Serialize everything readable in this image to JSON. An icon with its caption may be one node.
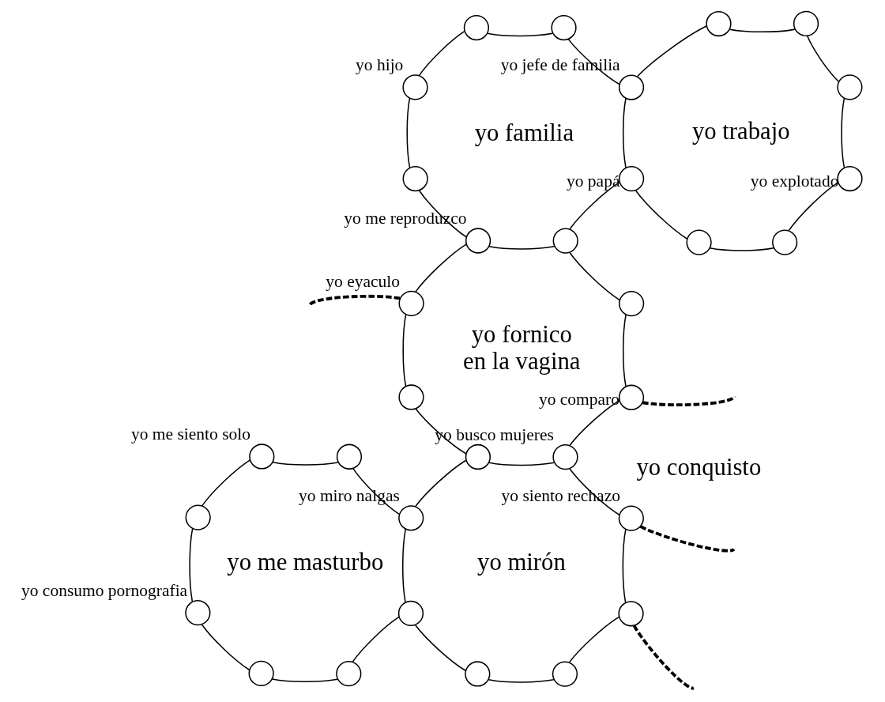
{
  "diagram": {
    "nodes": [
      {
        "text": [],
        "shape": "circle"
      },
      {
        "text": [],
        "shape": "circle"
      },
      {
        "text": [],
        "shape": "circle"
      },
      {
        "text": [],
        "shape": "circle"
      },
      {
        "text": [],
        "shape": "circle",
        "beside": [
          "yo hijo"
        ]
      },
      {
        "text": [],
        "shape": "circle",
        "beside": [
          "yo jefe de familia"
        ]
      },
      {
        "text": [],
        "shape": "circle"
      },
      {
        "text": [],
        "shape": "circle"
      },
      {
        "text": [],
        "shape": "circle",
        "beside": [
          "yo papá"
        ]
      },
      {
        "text": [],
        "shape": "circle",
        "beside": [
          "yo explotado"
        ]
      },
      {
        "text": [],
        "shape": "circle",
        "beside": [
          "yo me reproduzco"
        ]
      },
      {
        "text": [],
        "shape": "circle"
      },
      {
        "text": [],
        "shape": "circle"
      },
      {
        "text": [],
        "shape": "circle"
      },
      {
        "text": [],
        "shape": "circle",
        "beside": [
          "yo eyaculo"
        ]
      },
      {
        "text": [],
        "shape": "circle"
      },
      {
        "text": [],
        "shape": "circle"
      },
      {
        "text": [],
        "shape": "circle",
        "beside": [
          "yo comparo"
        ]
      },
      {
        "text": [],
        "shape": "circle",
        "beside": [
          "yo me siento solo"
        ]
      },
      {
        "text": [],
        "shape": "circle"
      },
      {
        "text": [],
        "shape": "circle"
      },
      {
        "text": [],
        "shape": "circle",
        "beside": [
          "yo busco mujeres"
        ]
      },
      {
        "text": [],
        "shape": "circle"
      },
      {
        "text": [],
        "shape": "circle",
        "beside": [
          "yo miro nalgas"
        ]
      },
      {
        "text": [],
        "shape": "circle",
        "beside": [
          "yo siento rechazo"
        ]
      },
      {
        "text": [],
        "shape": "circle",
        "beside": [
          "yo consumo pornografia"
        ]
      },
      {
        "text": [],
        "shape": "circle"
      },
      {
        "text": [],
        "shape": "circle"
      },
      {
        "text": [],
        "shape": "circle"
      },
      {
        "text": [],
        "shape": "circle"
      },
      {
        "text": [],
        "shape": "circle"
      },
      {
        "text": [],
        "shape": "circle"
      }
    ],
    "edges": [
      {
        "from": 0,
        "to": 1,
        "arrow": "none"
      },
      {
        "from": 0,
        "to": 4,
        "arrow": "none"
      },
      {
        "from": 1,
        "to": 5,
        "arrow": "none"
      },
      {
        "from": 4,
        "to": 7,
        "arrow": "none"
      },
      {
        "from": 5,
        "to": 8,
        "arrow": "none"
      },
      {
        "from": 7,
        "to": 10,
        "arrow": "none"
      },
      {
        "from": 8,
        "to": 11,
        "arrow": "none"
      },
      {
        "from": 10,
        "to": 11,
        "arrow": "none"
      },
      {
        "from": 2,
        "to": 3,
        "arrow": "none"
      },
      {
        "from": 2,
        "to": 5,
        "arrow": "none"
      },
      {
        "from": 3,
        "to": 6,
        "arrow": "none"
      },
      {
        "from": 6,
        "to": 9,
        "arrow": "none"
      },
      {
        "from": 9,
        "to": 13,
        "arrow": "none"
      },
      {
        "from": 8,
        "to": 12,
        "arrow": "none"
      },
      {
        "from": 12,
        "to": 13,
        "arrow": "none"
      },
      {
        "from": 10,
        "to": 14,
        "arrow": "none"
      },
      {
        "from": 11,
        "to": 15,
        "arrow": "none"
      },
      {
        "from": 14,
        "to": 16,
        "arrow": "none"
      },
      {
        "from": 15,
        "to": 17,
        "arrow": "none"
      },
      {
        "from": 16,
        "to": 20,
        "arrow": "none"
      },
      {
        "from": 17,
        "to": 21,
        "arrow": "none"
      },
      {
        "from": 20,
        "to": 21,
        "arrow": "none"
      },
      {
        "from": 20,
        "to": 23,
        "arrow": "none"
      },
      {
        "from": 21,
        "to": 24,
        "arrow": "none"
      },
      {
        "from": 23,
        "to": 26,
        "arrow": "none"
      },
      {
        "from": 24,
        "to": 27,
        "arrow": "none"
      },
      {
        "from": 26,
        "to": 30,
        "arrow": "none"
      },
      {
        "from": 27,
        "to": 31,
        "arrow": "none"
      },
      {
        "from": 30,
        "to": 31,
        "arrow": "none"
      },
      {
        "from": 18,
        "to": 19,
        "arrow": "none"
      },
      {
        "from": 18,
        "to": 22,
        "arrow": "none"
      },
      {
        "from": 19,
        "to": 23,
        "arrow": "none"
      },
      {
        "from": 22,
        "to": 25,
        "arrow": "none"
      },
      {
        "from": 25,
        "to": 28,
        "arrow": "none"
      },
      {
        "from": 26,
        "to": 29,
        "arrow": "none"
      },
      {
        "from": 28,
        "to": 29,
        "arrow": "none"
      },
      {
        "from": 14,
        "to": null,
        "arrow": "none",
        "style": "dashed"
      },
      {
        "from": 17,
        "to": null,
        "arrow": "none",
        "style": "dashed"
      },
      {
        "from": 24,
        "to": null,
        "arrow": "none",
        "style": "dashed"
      },
      {
        "from": 27,
        "to": null,
        "arrow": "none",
        "style": "dashed"
      }
    ],
    "labels": [
      "yo familia",
      "yo trabajo",
      "yo fornico en la vagina",
      "yo conquisto",
      "yo mirón",
      "yo me masturbo"
    ]
  }
}
